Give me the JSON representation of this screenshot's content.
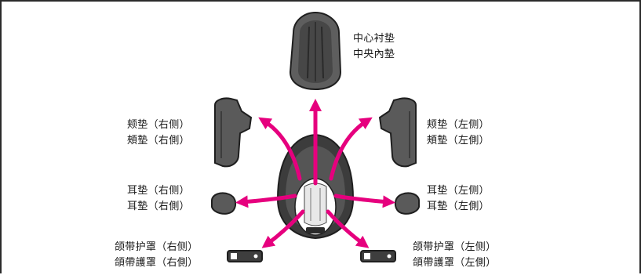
{
  "colors": {
    "arrow": "#e6007e",
    "pad_dark": "#4a4a4a",
    "pad_mid": "#6b6b6b",
    "outline": "#222222"
  },
  "labels": {
    "center": [
      "中心衬垫",
      "中央內墊"
    ],
    "cheek_right": [
      "颊垫（右侧）",
      "頰墊（右側）"
    ],
    "cheek_left": [
      "颊垫（左侧）",
      "頰墊（左側）"
    ],
    "ear_right": [
      "耳垫（右侧）",
      "耳墊（右側）"
    ],
    "ear_left": [
      "耳垫（左侧）",
      "耳墊（左側）"
    ],
    "chin_right": [
      "颌带护罩（右侧）",
      "頜帶護罩（右側）"
    ],
    "chin_left": [
      "颌带护罩（左侧）",
      "頜帶護罩（左側）"
    ]
  }
}
